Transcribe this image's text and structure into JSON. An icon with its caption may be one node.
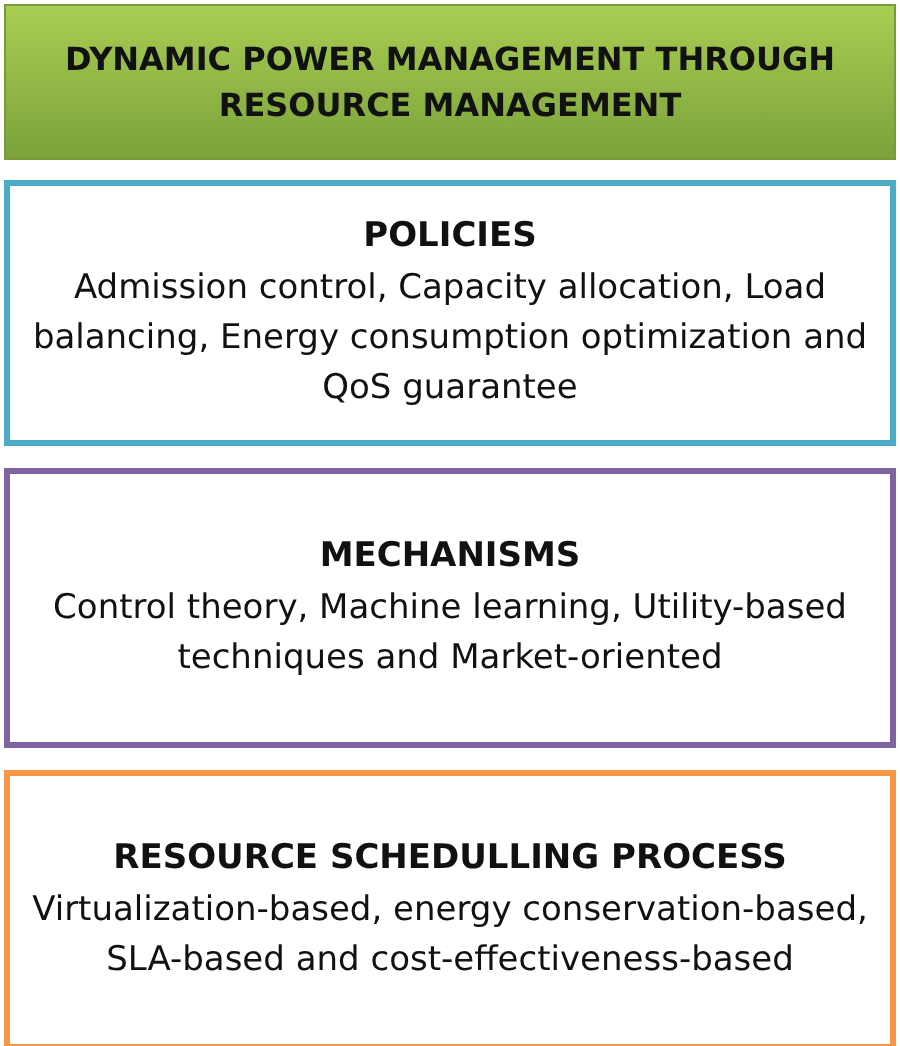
{
  "diagram": {
    "nodes": [
      {
        "text": [
          "DYNAMIC POWER MANAGEMENT THROUGH RESOURCE MANAGEMENT"
        ]
      },
      {
        "text": [
          "POLICIES",
          "Admission control, Capacity allocation, Load balancing, Energy consumption optimization and QoS guarantee"
        ]
      },
      {
        "text": [
          "MECHANISMS",
          "Control theory, Machine learning, Utility-based techniques and Market-oriented"
        ]
      },
      {
        "text": [
          "RESOURCE SCHEDULLING PROCESS",
          "Virtualization-based, energy conservation-based, SLA-based and cost-effectiveness-based"
        ]
      }
    ],
    "edges": []
  }
}
